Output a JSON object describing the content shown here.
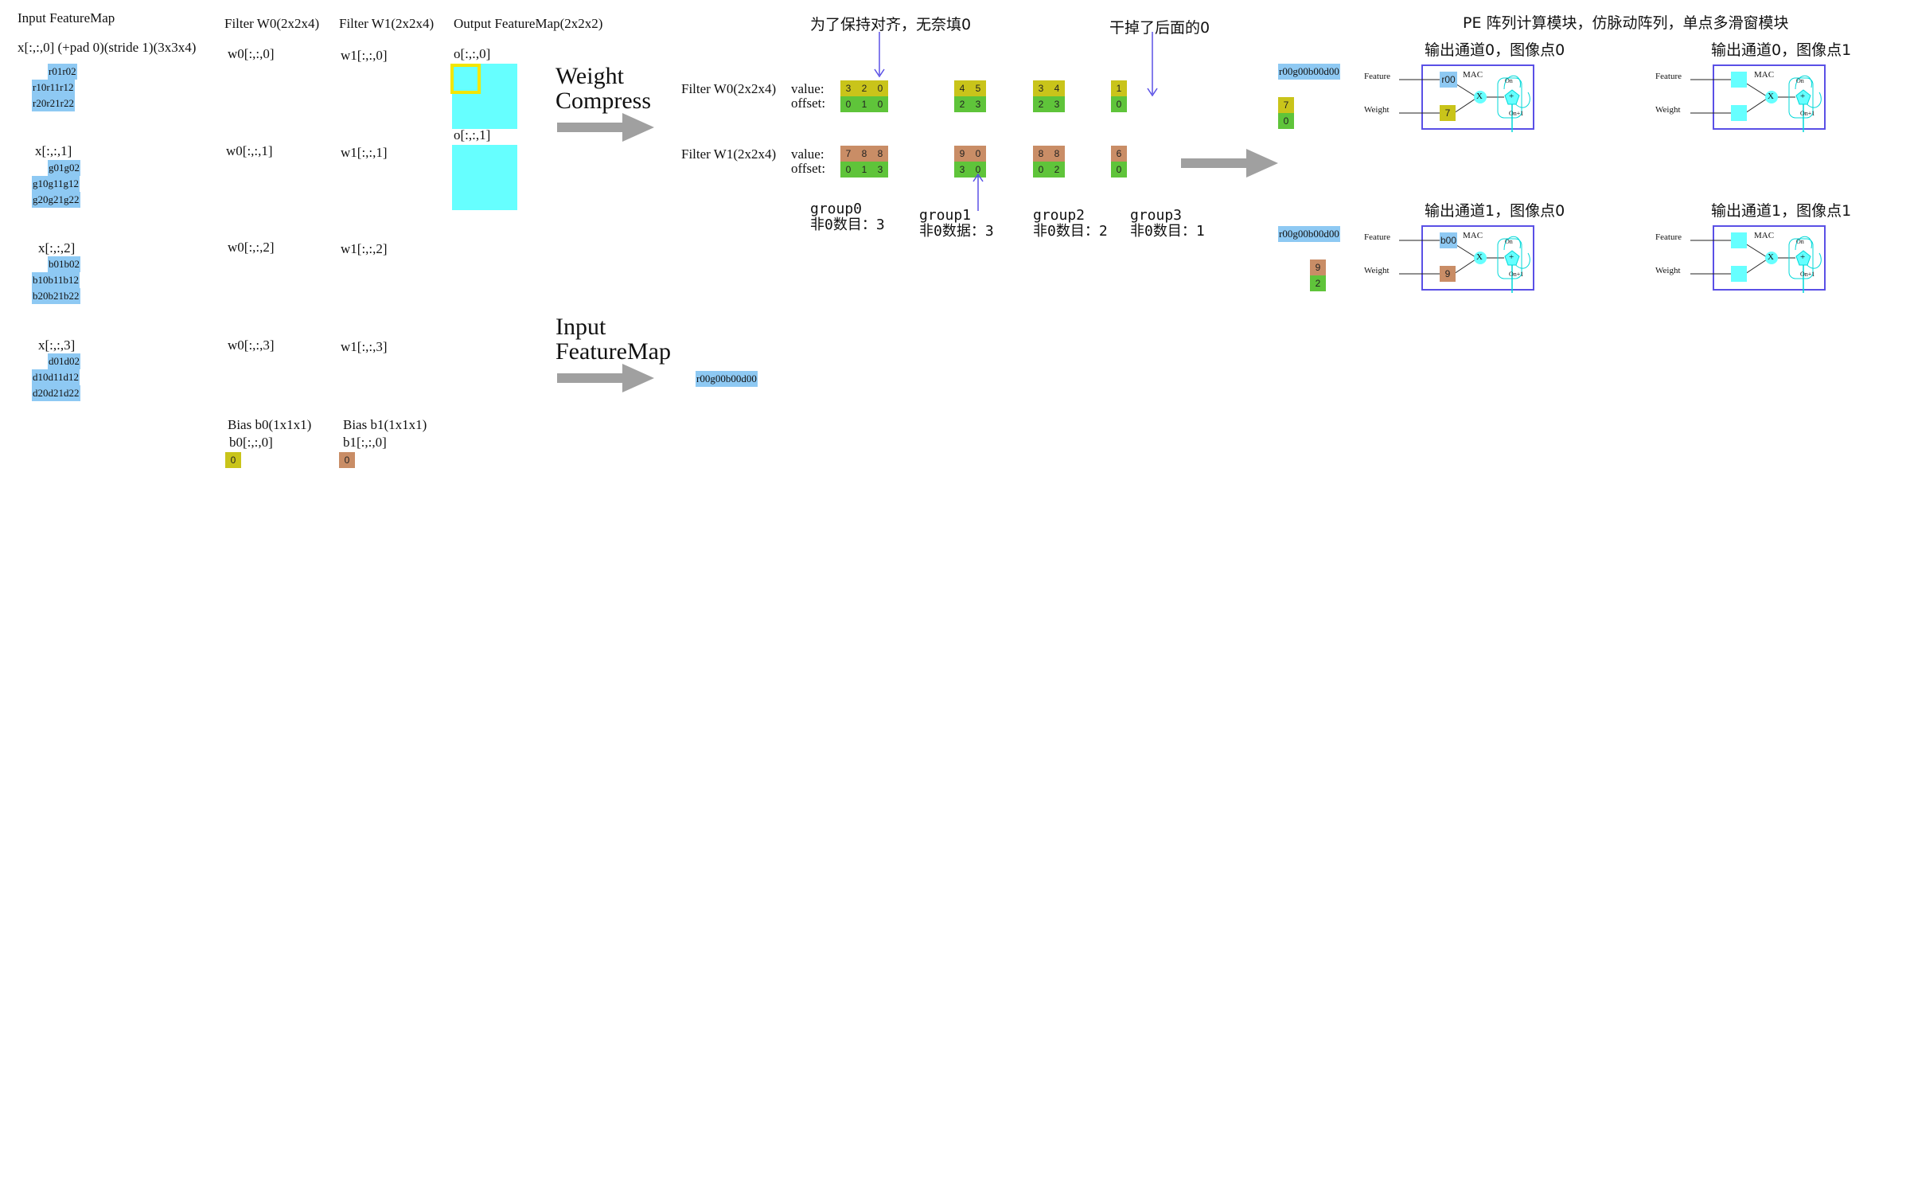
{
  "input_fm": {
    "title": "Input FeatureMap",
    "x0_label": "x[:,:,0] (+pad 0)(stride 1)(3x3x4)",
    "x0_rows": [
      "r01r02",
      "r10r11r12",
      "r20r21r22"
    ],
    "x1_label": "x[:,:,1]",
    "x1_rows": [
      "g01g02",
      "g10g11g12",
      "g20g21g22"
    ],
    "x2_label": "x[:,:,2]",
    "x2_rows": [
      "b01b02",
      "b10b11b12",
      "b20b21b22"
    ],
    "x3_label": "x[:,:,3]",
    "x3_rows": [
      "d01d02",
      "d10d11d12",
      "d20d21d22"
    ]
  },
  "filter_w0": {
    "title": "Filter W0(2x2x4)",
    "slices": [
      "w0[:,:,0]",
      "w0[:,:,1]",
      "w0[:,:,2]",
      "w0[:,:,3]"
    ]
  },
  "filter_w1": {
    "title": "Filter W1(2x2x4)",
    "slices": [
      "w1[:,:,0]",
      "w1[:,:,1]",
      "w1[:,:,2]",
      "w1[:,:,3]"
    ]
  },
  "bias": {
    "b0_title": "Bias b0(1x1x1)",
    "b0_slice": "b0[:,:,0]",
    "b0_value": "0",
    "b1_title": "Bias b1(1x1x1)",
    "b1_slice": "b1[:,:,0]",
    "b1_value": "0"
  },
  "output_fm": {
    "title": "Output FeatureMap(2x2x2)",
    "o0_label": "o[:,:,0]",
    "o1_label": "o[:,:,1]"
  },
  "arrows": {
    "weight_compress": [
      "Weight",
      "Compress"
    ],
    "input_featuremap": [
      "Input",
      "FeatureMap"
    ]
  },
  "input_stream": "r00g00b00d00",
  "compress": {
    "note_align": "为了保持对齐，无奈填0",
    "note_trim": "干掉了后面的0",
    "w0_label": "Filter W0(2x2x4)",
    "w1_label": "Filter W1(2x2x4)",
    "value_label": "value:",
    "offset_label": "offset:",
    "w0_groups": [
      {
        "values": [
          "3",
          "2",
          "0"
        ],
        "offsets": [
          "0",
          "1",
          "0"
        ]
      },
      {
        "values": [
          "4",
          "5"
        ],
        "offsets": [
          "2",
          "3"
        ]
      },
      {
        "values": [
          "3",
          "4"
        ],
        "offsets": [
          "2",
          "3"
        ]
      },
      {
        "values": [
          "1"
        ],
        "offsets": [
          "0"
        ]
      }
    ],
    "w1_groups": [
      {
        "values": [
          "7",
          "8",
          "8"
        ],
        "offsets": [
          "0",
          "1",
          "3"
        ]
      },
      {
        "values": [
          "9",
          "0"
        ],
        "offsets": [
          "3",
          "0"
        ]
      },
      {
        "values": [
          "8",
          "8"
        ],
        "offsets": [
          "0",
          "2"
        ]
      },
      {
        "values": [
          "6"
        ],
        "offsets": [
          "0"
        ]
      }
    ],
    "groups": [
      {
        "name": "group0",
        "count": "非0数目：3"
      },
      {
        "name": "group1",
        "count": "非0数据：3"
      },
      {
        "name": "group2",
        "count": "非0数目：2"
      },
      {
        "name": "group3",
        "count": "非0数目：1"
      }
    ]
  },
  "pe": {
    "title": "PE 阵列计算模块，仿脉动阵列，单点多滑窗模块",
    "stream_top": "r00g00b00d00",
    "stream_bottom": "r00g00b00d00",
    "stack_top": [
      "7",
      "0"
    ],
    "stack_bottom": [
      "9",
      "2"
    ],
    "feature_label": "Feature",
    "weight_label": "Weight",
    "mac_label": "MAC",
    "mult_symbol": "X",
    "add_symbol": "+",
    "on_label": "On",
    "on1_label": "On+1",
    "units": [
      {
        "title": "输出通道0，图像点0",
        "feature": "r00",
        "weight": "7"
      },
      {
        "title": "输出通道0，图像点1",
        "feature": "",
        "weight": ""
      },
      {
        "title": "输出通道1，图像点0",
        "feature": "b00",
        "weight": "9"
      },
      {
        "title": "输出通道1，图像点1",
        "feature": "",
        "weight": ""
      }
    ]
  },
  "colors": {
    "feature_blue": "#8ec9f3",
    "weight_w0": "#c9c41a",
    "weight_w1": "#c98d66",
    "offset_green": "#5fc43a",
    "output_cyan": "#66ffff",
    "highlight_yellow": "#f3e600",
    "pe_border": "#5a50e6",
    "arrow_gray": "#a0a0a0"
  }
}
